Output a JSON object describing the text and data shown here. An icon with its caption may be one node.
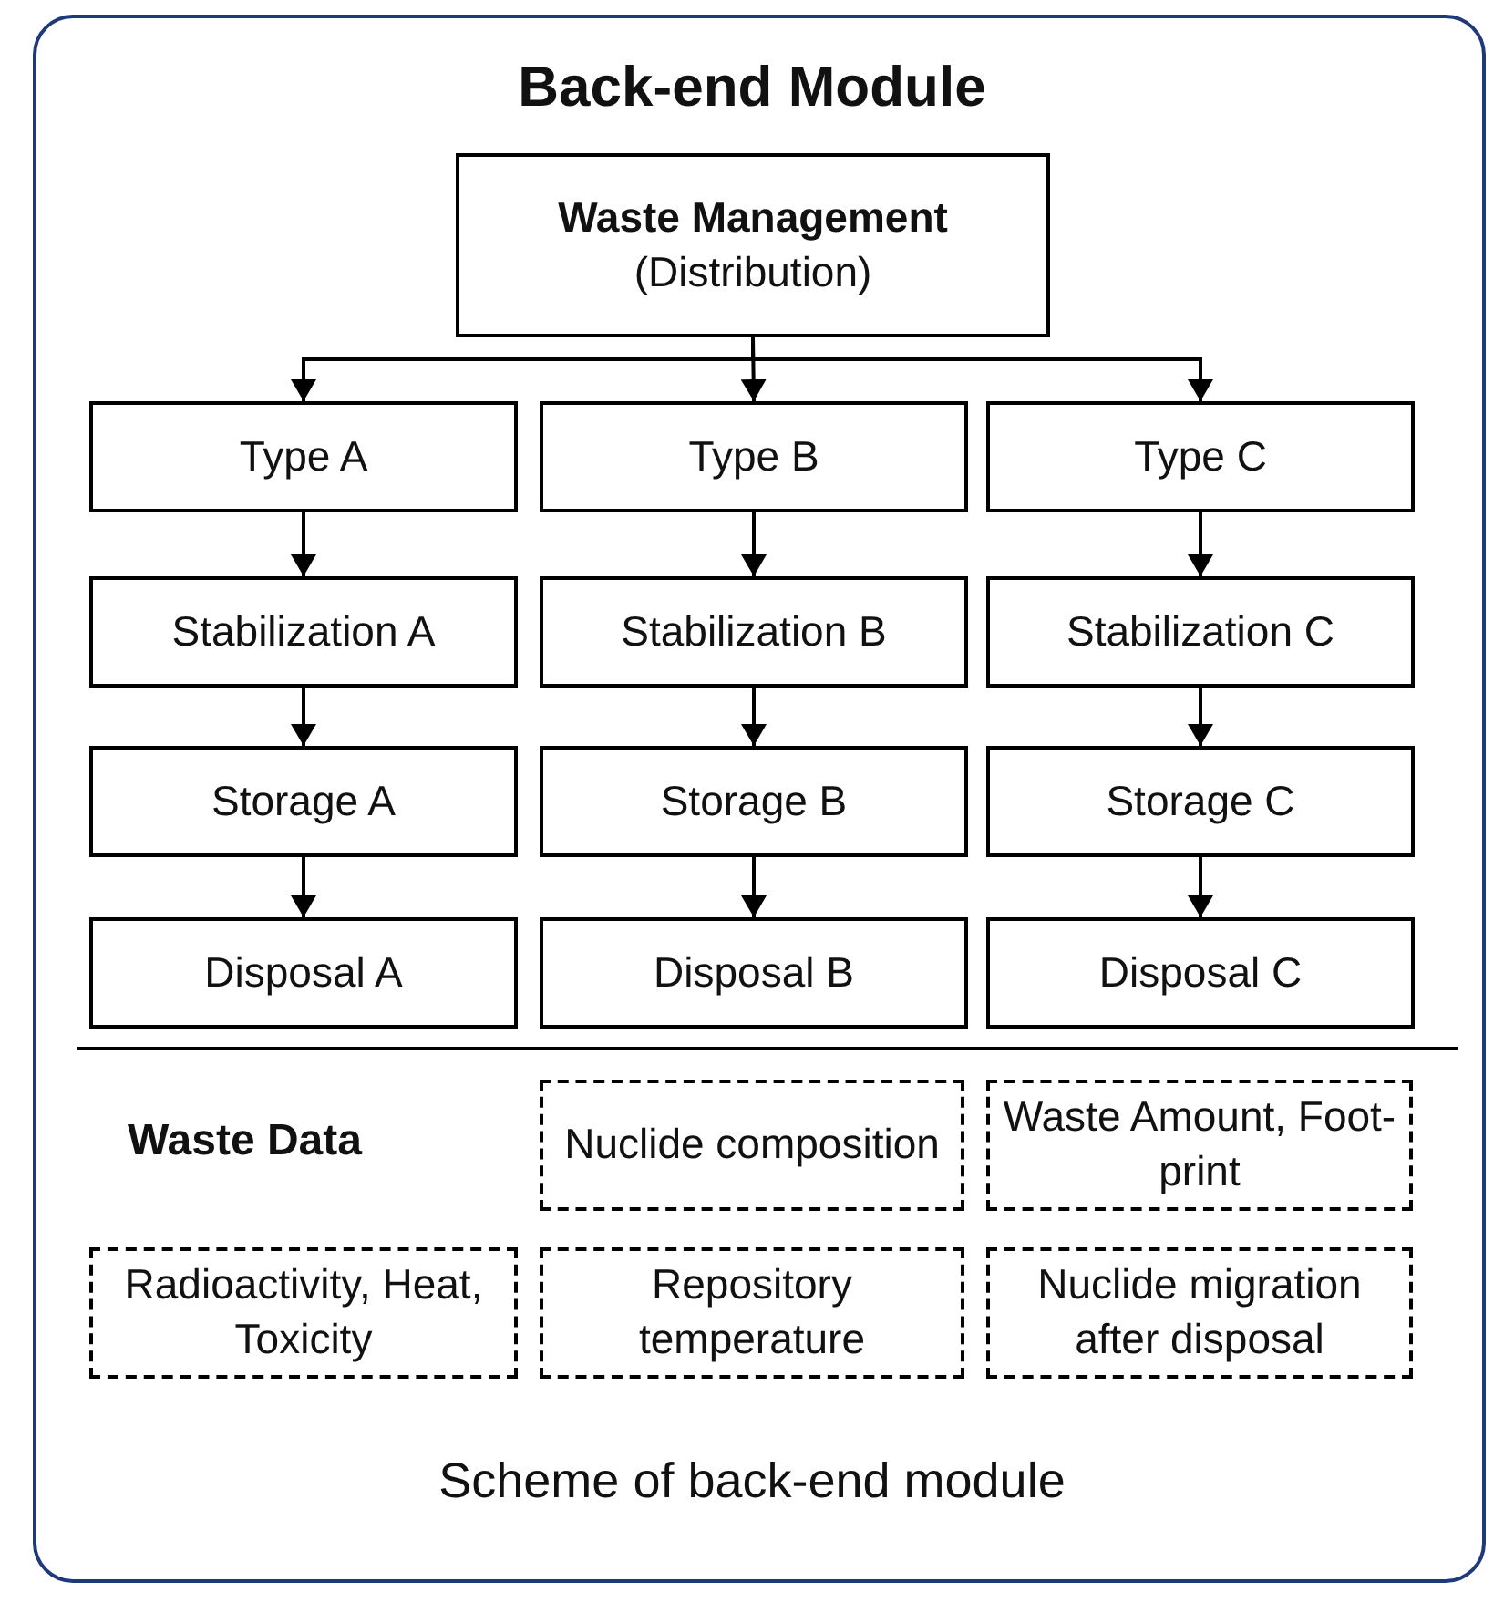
{
  "diagram": {
    "title": "Back-end Module",
    "caption": "Scheme of back-end module",
    "nodes": [
      {
        "text": [
          "Waste Management",
          "(Distribution)"
        ]
      },
      {
        "text": [
          "Type A"
        ]
      },
      {
        "text": [
          "Type B"
        ]
      },
      {
        "text": [
          "Type C"
        ]
      },
      {
        "text": [
          "Stabilization A"
        ]
      },
      {
        "text": [
          "Stabilization B"
        ]
      },
      {
        "text": [
          "Stabilization C"
        ]
      },
      {
        "text": [
          "Storage A"
        ]
      },
      {
        "text": [
          "Storage B"
        ]
      },
      {
        "text": [
          "Storage C"
        ]
      },
      {
        "text": [
          "Disposal A"
        ]
      },
      {
        "text": [
          "Disposal B"
        ]
      },
      {
        "text": [
          "Disposal C"
        ]
      },
      {
        "text": [
          "Nuclide composition"
        ]
      },
      {
        "text": [
          "Waste Amount, Foot-print"
        ]
      },
      {
        "text": [
          "Radioactivity, Heat, Toxicity"
        ]
      },
      {
        "text": [
          "Repository temperature"
        ]
      },
      {
        "text": [
          "Nuclide migration after disposal"
        ]
      }
    ],
    "edges": [
      {
        "from": 0,
        "to": 1,
        "arrow": "to"
      },
      {
        "from": 0,
        "to": 2,
        "arrow": "to"
      },
      {
        "from": 0,
        "to": 3,
        "arrow": "to"
      },
      {
        "from": 1,
        "to": 4,
        "arrow": "to"
      },
      {
        "from": 2,
        "to": 5,
        "arrow": "to"
      },
      {
        "from": 3,
        "to": 6,
        "arrow": "to"
      },
      {
        "from": 4,
        "to": 7,
        "arrow": "to"
      },
      {
        "from": 5,
        "to": 8,
        "arrow": "to"
      },
      {
        "from": 6,
        "to": 9,
        "arrow": "to"
      },
      {
        "from": 7,
        "to": 10,
        "arrow": "to"
      },
      {
        "from": 8,
        "to": 11,
        "arrow": "to"
      },
      {
        "from": 9,
        "to": 12,
        "arrow": "to"
      }
    ],
    "labels": [
      "Waste Data"
    ]
  }
}
